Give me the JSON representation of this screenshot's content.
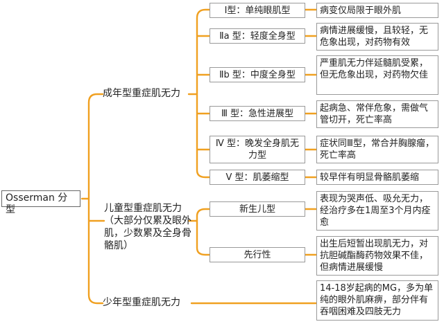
{
  "root": "Osserman 分型",
  "categories": [
    {
      "label": "成年型重症肌无力",
      "types": [
        {
          "name": "Ⅰ型：单纯眼肌型",
          "desc": "病变仅局限于眼外肌"
        },
        {
          "name": "Ⅱa 型：轻度全身型",
          "desc": "病情进展缓慢，且较轻，无危象出现，对药物有效"
        },
        {
          "name": "Ⅱb 型：中度全身型",
          "desc": "严重肌无力伴延髓肌受累，但无危象出现，对药物欠佳"
        },
        {
          "name": "Ⅲ 型：急性进展型",
          "desc": "起病急、常伴危象，需做气管切开，死亡率高"
        },
        {
          "name": "Ⅳ 型：晚发全身肌无力型",
          "desc": "症状同Ⅲ型，常合并胸腺瘤，死亡率高"
        },
        {
          "name": "Ⅴ 型：肌萎缩型",
          "desc": "较早伴有明显骨骼肌萎缩"
        }
      ]
    },
    {
      "label": "儿童型重症肌无力（大部分仅累及眼外肌，少数累及全身骨骼肌）",
      "types": [
        {
          "name": "新生儿型",
          "desc": "表现为哭声低、吸允无力，经治疗多在1周至3个月内痊愈"
        },
        {
          "name": "先行性",
          "desc": "出生后短暂出现肌无力，对抗胆碱酯酶药物效果不佳，但病情进展缓慢"
        }
      ]
    },
    {
      "label": "少年型重症肌无力",
      "types": [
        {
          "name": "",
          "desc": "14-18岁起病的MG，多为单纯的眼外肌麻痹，部分伴有吞咽困难及四肢无力"
        }
      ]
    }
  ]
}
